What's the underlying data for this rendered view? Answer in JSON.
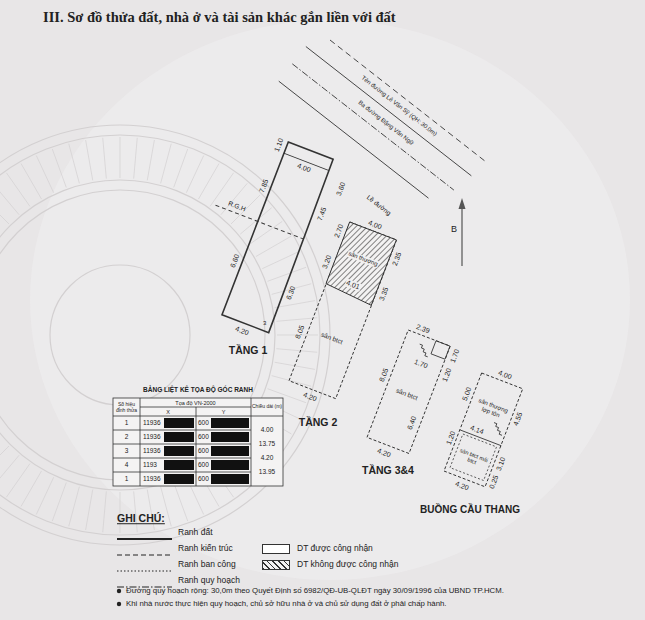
{
  "diagram": {
    "title": "III. Sơ đồ thửa đất, nhà ở và tài sản khác gắn liền với đất",
    "nodes": [
      {
        "text": [
          "TẦNG 1"
        ]
      },
      {
        "text": [
          "TẦNG 2",
          "sân btct"
        ]
      },
      {
        "text": [
          "sân thượng"
        ],
        "in": 1
      },
      {
        "text": [
          "TẦNG 3&4",
          "sân btct"
        ]
      },
      {
        "text": [
          "BUỒNG CẦU THANG",
          "sân thượng lợp tôn"
        ]
      },
      {
        "text": [
          "sân btct mái btct"
        ],
        "in": 4
      }
    ],
    "labels": [
      "Tên đường Lê Văn Sỹ (QH: 30.0m)",
      "Ba đường Đặng Văn Ngữ",
      "Lề đường",
      "1.10",
      "4.00",
      "3.60",
      "7.85",
      "R.G.H",
      "7.45",
      "6.60",
      "6.30",
      "4.20",
      "3",
      "2.70",
      "4.00",
      "3.20",
      "4.01",
      "2.35",
      "3.35",
      "8.05",
      "4.20",
      "2.39",
      "1.70",
      "1.70",
      "1.20",
      "8.05",
      "6.40",
      "4.20",
      "4.00",
      "5.00",
      "4.55",
      "1.20",
      "4.14",
      "3.10",
      "0.25",
      "4.20",
      "BẢNG LIỆT KÊ TỌA ĐỘ GÓC RANH",
      "Số hiệu đỉnh thửa",
      "Tọa độ VN-2000",
      "X",
      "Y",
      "Chiều dài (m)",
      "1",
      "11936",
      "600",
      "2",
      "11936",
      "600",
      "3",
      "11936",
      "600",
      "4",
      "1193",
      "600",
      "1",
      "11936",
      "600",
      "4.00",
      "13.75",
      "4.20",
      "13.95",
      "GHI CHÚ:",
      "Đường quy hoạch rộng: 30,0m theo Quyết Định số 6982/QĐ-UB-QLĐT ngày 30/09/1996 của UBND TP.HCM.",
      "Khi nhà nước thực hiện quy hoạch, chủ sở hữu nhà ở và chủ sử dụng đất ở phải chấp hành.",
      "B"
    ],
    "legend": [
      {
        "text": "Ranh đất"
      },
      {
        "text": "Ranh kiến trúc"
      },
      {
        "text": "Ranh ban công"
      },
      {
        "text": "Ranh quy hoạch"
      },
      {
        "text": "DT được công nhận",
        "color": "#ffffff"
      },
      {
        "text": "DT không được công nhận"
      }
    ]
  }
}
